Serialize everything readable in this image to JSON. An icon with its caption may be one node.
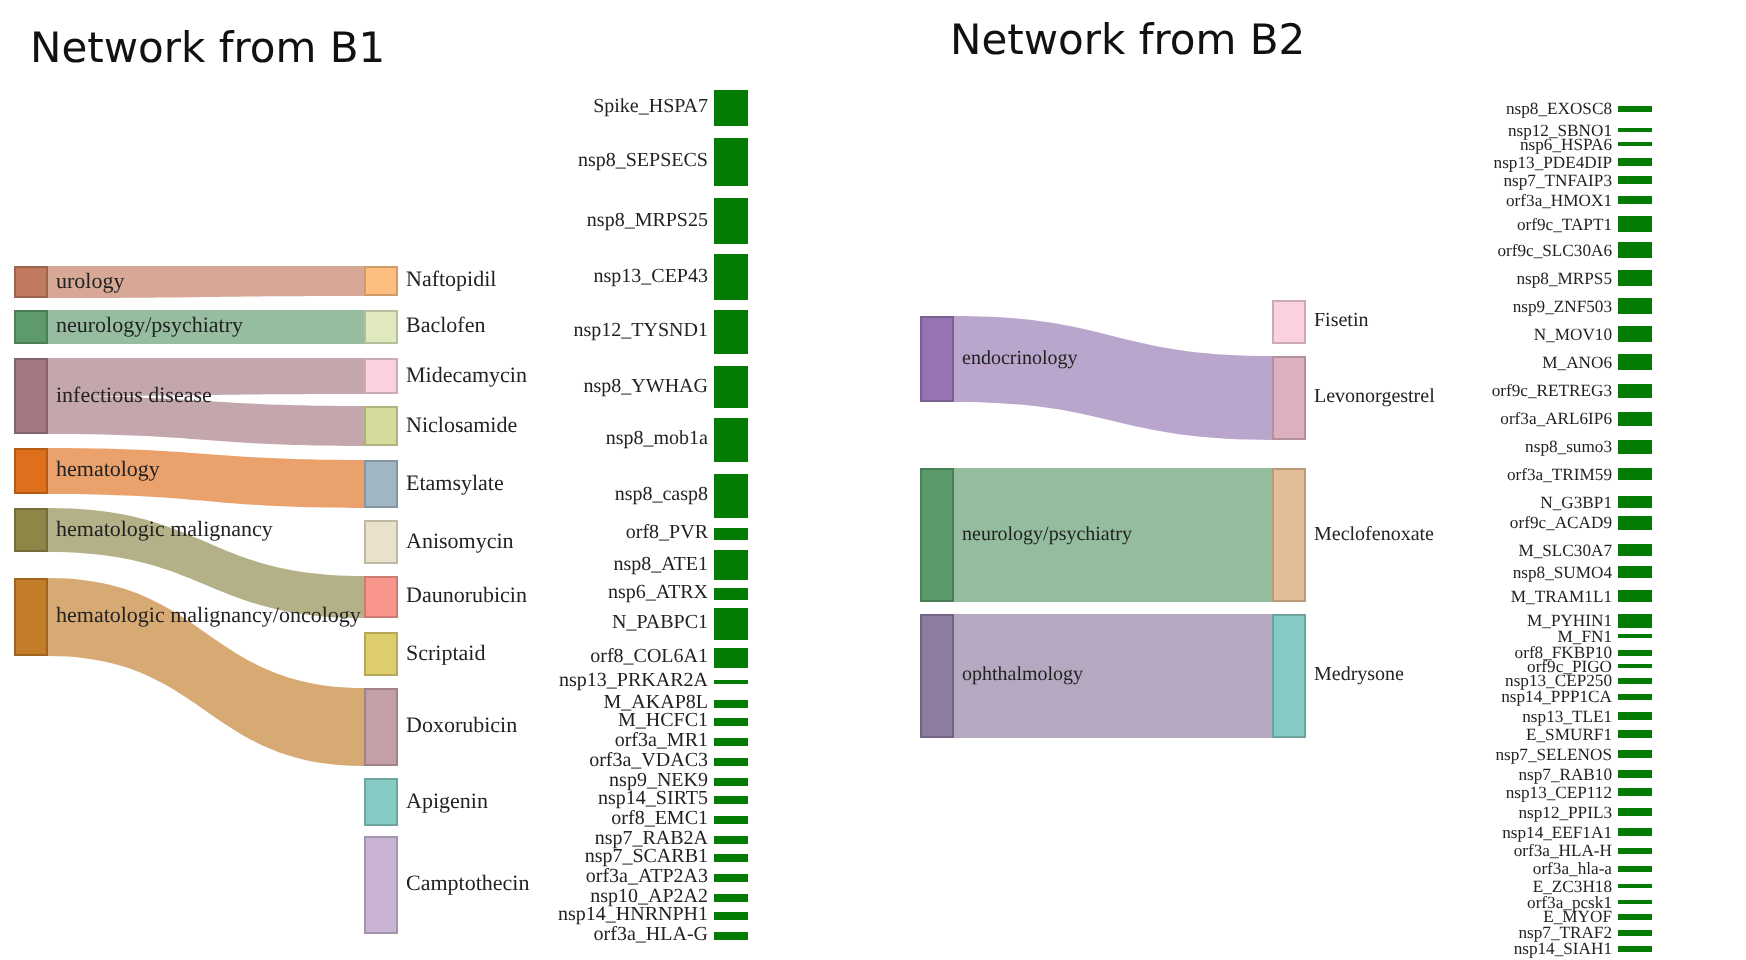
{
  "diagram": {
    "nodes": [
      {
        "text": [
          "urology"
        ]
      },
      {
        "text": [
          "neurology/psychiatry"
        ]
      },
      {
        "text": [
          "infectious disease"
        ]
      },
      {
        "text": [
          "hematology"
        ]
      },
      {
        "text": [
          "hematologic malignancy"
        ]
      },
      {
        "text": [
          "hematologic malignancy/oncology"
        ]
      },
      {
        "text": [
          "Naftopidil"
        ]
      },
      {
        "text": [
          "Baclofen"
        ]
      },
      {
        "text": [
          "Midecamycin"
        ]
      },
      {
        "text": [
          "Niclosamide"
        ]
      },
      {
        "text": [
          "Etamsylate"
        ]
      },
      {
        "text": [
          "Anisomycin"
        ]
      },
      {
        "text": [
          "Daunorubicin"
        ]
      },
      {
        "text": [
          "Scriptaid"
        ]
      },
      {
        "text": [
          "Doxorubicin"
        ]
      },
      {
        "text": [
          "Apigenin"
        ]
      },
      {
        "text": [
          "Camptothecin"
        ]
      },
      {
        "text": [
          "Spike_HSPA7"
        ]
      },
      {
        "text": [
          "nsp8_SEPSECS"
        ]
      },
      {
        "text": [
          "nsp8_MRPS25"
        ]
      },
      {
        "text": [
          "nsp13_CEP43"
        ]
      },
      {
        "text": [
          "nsp12_TYSND1"
        ]
      },
      {
        "text": [
          "nsp8_YWHAG"
        ]
      },
      {
        "text": [
          "nsp8_mob1a"
        ]
      },
      {
        "text": [
          "nsp8_casp8"
        ]
      },
      {
        "text": [
          "orf8_PVR"
        ]
      },
      {
        "text": [
          "nsp8_ATE1"
        ]
      },
      {
        "text": [
          "nsp6_ATRX"
        ]
      },
      {
        "text": [
          "N_PABPC1"
        ]
      },
      {
        "text": [
          "orf8_COL6A1"
        ]
      },
      {
        "text": [
          "nsp13_PRKAR2A"
        ]
      },
      {
        "text": [
          "M_AKAP8L"
        ]
      },
      {
        "text": [
          "M_HCFC1"
        ]
      },
      {
        "text": [
          "orf3a_MR1"
        ]
      },
      {
        "text": [
          "orf3a_VDAC3"
        ]
      },
      {
        "text": [
          "nsp9_NEK9"
        ]
      },
      {
        "text": [
          "nsp14_SIRT5"
        ]
      },
      {
        "text": [
          "orf8_EMC1"
        ]
      },
      {
        "text": [
          "nsp7_RAB2A"
        ]
      },
      {
        "text": [
          "nsp7_SCARB1"
        ]
      },
      {
        "text": [
          "orf3a_ATP2A3"
        ]
      },
      {
        "text": [
          "nsp10_AP2A2"
        ]
      },
      {
        "text": [
          "nsp14_HNRNPH1"
        ]
      },
      {
        "text": [
          "orf3a_HLA-G"
        ]
      },
      {
        "text": [
          "endocrinology"
        ]
      },
      {
        "text": [
          "neurology/psychiatry"
        ]
      },
      {
        "text": [
          "ophthalmology"
        ]
      },
      {
        "text": [
          "Fisetin"
        ]
      },
      {
        "text": [
          "Levonorgestrel"
        ]
      },
      {
        "text": [
          "Meclofenoxate"
        ]
      },
      {
        "text": [
          "Medrysone"
        ]
      },
      {
        "text": [
          "nsp8_EXOSC8"
        ]
      },
      {
        "text": [
          "nsp12_SBNO1"
        ]
      },
      {
        "text": [
          "nsp6_HSPA6"
        ]
      },
      {
        "text": [
          "nsp13_PDE4DIP"
        ]
      },
      {
        "text": [
          "nsp7_TNFAIP3"
        ]
      },
      {
        "text": [
          "orf3a_HMOX1"
        ]
      },
      {
        "text": [
          "orf9c_TAPT1"
        ]
      },
      {
        "text": [
          "orf9c_SLC30A6"
        ]
      },
      {
        "text": [
          "nsp8_MRPS5"
        ]
      },
      {
        "text": [
          "nsp9_ZNF503"
        ]
      },
      {
        "text": [
          "N_MOV10"
        ]
      },
      {
        "text": [
          "M_ANO6"
        ]
      },
      {
        "text": [
          "orf9c_RETREG3"
        ]
      },
      {
        "text": [
          "orf3a_ARL6IP6"
        ]
      },
      {
        "text": [
          "nsp8_sumo3"
        ]
      },
      {
        "text": [
          "orf3a_TRIM59"
        ]
      },
      {
        "text": [
          "N_G3BP1"
        ]
      },
      {
        "text": [
          "orf9c_ACAD9"
        ]
      },
      {
        "text": [
          "M_SLC30A7"
        ]
      },
      {
        "text": [
          "nsp8_SUMO4"
        ]
      },
      {
        "text": [
          "M_TRAM1L1"
        ]
      },
      {
        "text": [
          "M_PYHIN1"
        ]
      },
      {
        "text": [
          "M_FN1"
        ]
      },
      {
        "text": [
          "orf8_FKBP10"
        ]
      },
      {
        "text": [
          "orf9c_PIGO"
        ]
      },
      {
        "text": [
          "nsp13_CEP250"
        ]
      },
      {
        "text": [
          "nsp14_PPP1CA"
        ]
      },
      {
        "text": [
          "nsp13_TLE1"
        ]
      },
      {
        "text": [
          "E_SMURF1"
        ]
      },
      {
        "text": [
          "nsp7_SELENOS"
        ]
      },
      {
        "text": [
          "nsp7_RAB10"
        ]
      },
      {
        "text": [
          "nsp13_CEP112"
        ]
      },
      {
        "text": [
          "nsp12_PPIL3"
        ]
      },
      {
        "text": [
          "nsp14_EEF1A1"
        ]
      },
      {
        "text": [
          "orf3a_HLA-H"
        ]
      },
      {
        "text": [
          "orf3a_hla-a"
        ]
      },
      {
        "text": [
          "E_ZC3H18"
        ]
      },
      {
        "text": [
          "orf3a_pcsk1"
        ]
      },
      {
        "text": [
          "E_MYOF"
        ]
      },
      {
        "text": [
          "nsp7_TRAF2"
        ]
      },
      {
        "text": [
          "nsp14_SIAH1"
        ]
      }
    ],
    "edges": [
      {
        "from": 0,
        "to": 6,
        "arrow": "none"
      },
      {
        "from": 1,
        "to": 7,
        "arrow": "none"
      },
      {
        "from": 2,
        "to": 8,
        "arrow": "none"
      },
      {
        "from": 2,
        "to": 9,
        "arrow": "none"
      },
      {
        "from": 3,
        "to": 10,
        "arrow": "none"
      },
      {
        "from": 4,
        "to": 12,
        "arrow": "none"
      },
      {
        "from": 5,
        "to": 14,
        "arrow": "none"
      },
      {
        "from": 44,
        "to": 48,
        "arrow": "none"
      },
      {
        "from": 45,
        "to": 49,
        "arrow": "none"
      },
      {
        "from": 46,
        "to": 50,
        "arrow": "none"
      }
    ],
    "labels": [
      "Network from B1",
      "Network from B2"
    ]
  }
}
